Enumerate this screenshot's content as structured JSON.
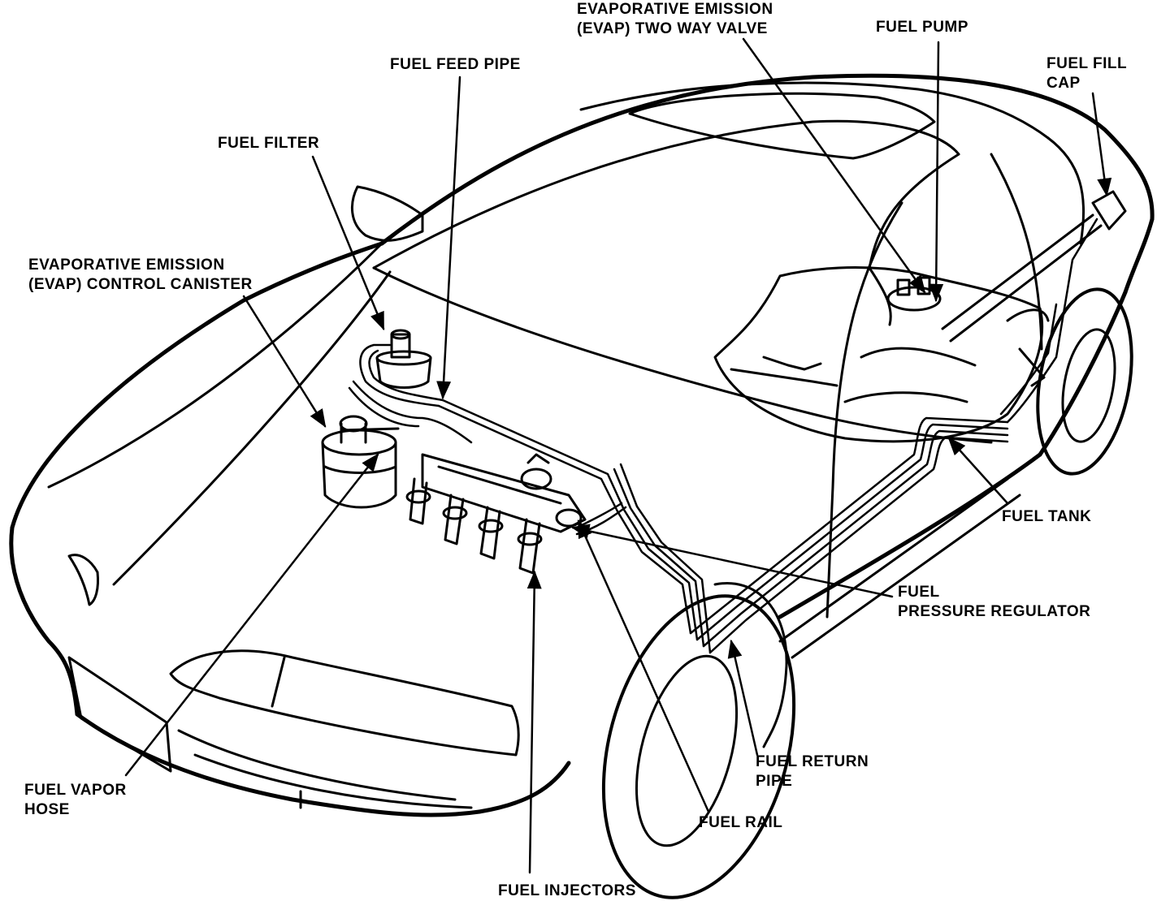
{
  "diagram": {
    "labels": {
      "evap_two_way_valve": [
        "EVAPORATIVE EMISSION",
        "(EVAP) TWO WAY VALVE"
      ],
      "fuel_pump": [
        "FUEL PUMP"
      ],
      "fuel_fill_cap": [
        "FUEL FILL",
        "CAP"
      ],
      "fuel_feed_pipe": [
        "FUEL FEED PIPE"
      ],
      "fuel_filter": [
        "FUEL FILTER"
      ],
      "evap_control_canister": [
        "EVAPORATIVE EMISSION",
        "(EVAP) CONTROL CANISTER"
      ],
      "fuel_tank": [
        "FUEL TANK"
      ],
      "fuel_pressure_regulator": [
        "FUEL",
        "PRESSURE REGULATOR"
      ],
      "fuel_return_pipe": [
        "FUEL RETURN",
        "PIPE"
      ],
      "fuel_vapor_hose": [
        "FUEL VAPOR",
        "HOSE"
      ],
      "fuel_rail": [
        "FUEL RAIL"
      ],
      "fuel_injectors": [
        "FUEL INJECTORS"
      ]
    },
    "colors": {
      "ink": "#000000",
      "paper": "#ffffff"
    }
  }
}
